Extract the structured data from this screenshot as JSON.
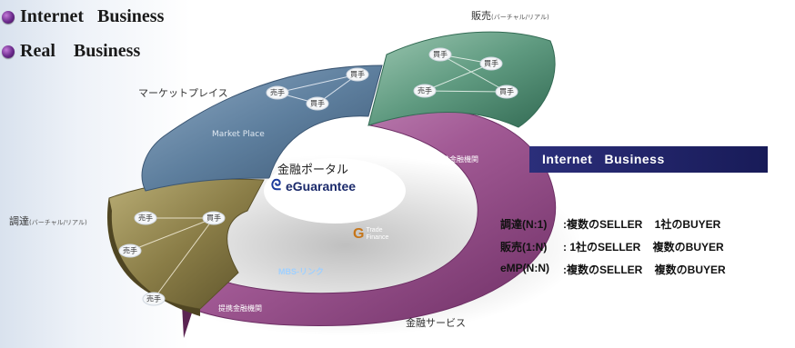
{
  "legend": [
    {
      "label": "Internet   Business"
    },
    {
      "label": "Real    Business"
    }
  ],
  "segments": {
    "marketplace": {
      "label": "マーケットプレイス",
      "watermark": "Market Place"
    },
    "sales": {
      "label": "販売",
      "note": "(バーチャル/リアル)"
    },
    "procurement": {
      "label": "調達",
      "note": "(バーチャル/リアル)"
    },
    "financial_services": {
      "label": "金融サービス"
    }
  },
  "center": {
    "label": "金融ポータル",
    "logo_text": "eGuarantee"
  },
  "nodes": {
    "buyer": "買手",
    "seller": "売手",
    "finance_org": "提携金融機関"
  },
  "finance_items": {
    "trade_finance": "Trade\nFinance",
    "mbs_link": "MBS-リンク"
  },
  "info_box": {
    "title": "Internet   Business"
  },
  "info_rows": [
    {
      "term": "調達(N:1)",
      "desc": ":複数のSELLER    1社のBUYER"
    },
    {
      "term": "販売(1:N)",
      "desc": ": 1社のSELLER    複数のBUYER"
    },
    {
      "term": "eMP(N:N)",
      "desc": ":複数のSELLER    複数のBUYER"
    }
  ],
  "colors": {
    "marketplace": "#5e7f9e",
    "sales": "#5f9a80",
    "procurement": "#8a7d47",
    "financial_services": "#9a4f8c",
    "info_box": "#232669",
    "legend_dot": "#6b2a8c"
  }
}
